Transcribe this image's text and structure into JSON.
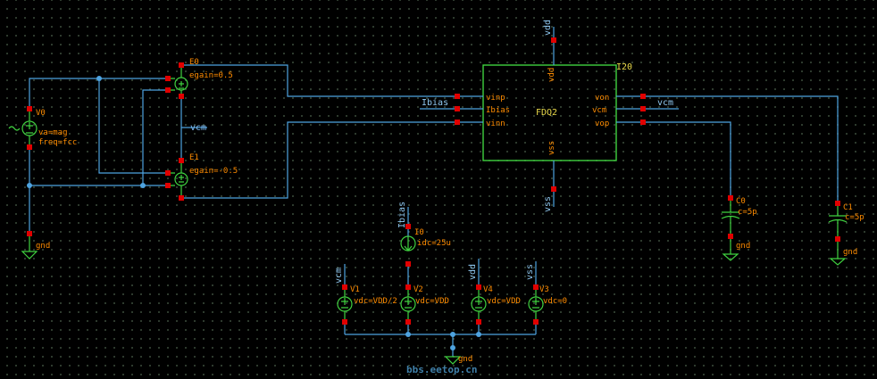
{
  "instances": {
    "E0": {
      "name": "E0",
      "params": [
        "egain=0.5"
      ]
    },
    "E1": {
      "name": "E1",
      "params": [
        "egain=-0.5"
      ]
    },
    "V0": {
      "name": "V0",
      "params": [
        "va=mag",
        "freq=fcc"
      ]
    },
    "I20": {
      "name": "I20",
      "cell": "FDQ2",
      "pins_left": [
        "vinp",
        "Ibias",
        "vinn"
      ],
      "pins_right": [
        "von",
        "vcm",
        "vop"
      ],
      "pin_top": "vdd",
      "pin_bottom": "vss"
    },
    "C0": {
      "name": "C0",
      "params": [
        "c=5p"
      ]
    },
    "C1": {
      "name": "C1",
      "params": [
        "c=5p"
      ]
    },
    "I0": {
      "name": "I0",
      "params": [
        "idc=25u"
      ]
    },
    "V1": {
      "name": "V1",
      "params": [
        "vdc=VDD/2"
      ]
    },
    "V2": {
      "name": "V2",
      "params": [
        "vdc=VDD"
      ]
    },
    "V4": {
      "name": "V4",
      "params": [
        "vdc=VDD"
      ]
    },
    "V3": {
      "name": "V3",
      "params": [
        "vdc=0"
      ]
    }
  },
  "nets": {
    "vdd": "vdd",
    "vss": "vss",
    "vcm": "vcm",
    "ibias": "Ibias",
    "gnd": "gnd"
  },
  "watermark": "bbs.eetop.cn",
  "colors": {
    "wire": "#4ea3e0",
    "symbol": "#3fd13f",
    "pin": "#e00000",
    "label": "#ff8c00",
    "instance": "#e8d84a"
  }
}
